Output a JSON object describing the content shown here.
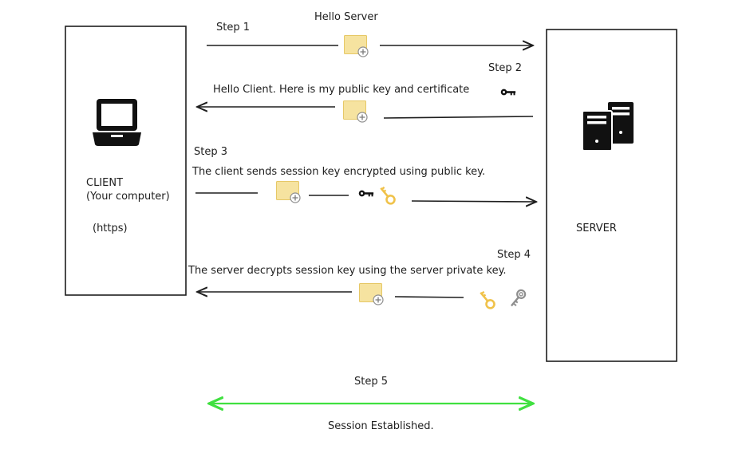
{
  "client": {
    "label": "CLIENT",
    "sublabel": "(Your computer)",
    "protocol": "(https)"
  },
  "server": {
    "label": "SERVER"
  },
  "steps": [
    {
      "label": "Step 1",
      "message": "Hello Server"
    },
    {
      "label": "Step 2",
      "message": "Hello Client. Here is my public key and certificate"
    },
    {
      "label": "Step 3",
      "message": "The client sends session key encrypted using public key."
    },
    {
      "label": "Step 4",
      "message": "The server decrypts session key using the server private key."
    },
    {
      "label": "Step 5",
      "message": "Session Established."
    }
  ],
  "colors": {
    "stroke": "#1e1e1e",
    "envelope": "#f6e3a0",
    "envelope_border": "#e6c867",
    "session_key": "#f0c24a",
    "private_key": "#9a9a9a",
    "established": "#40e040"
  },
  "icons": [
    "laptop-icon",
    "server-icon",
    "envelope-icon",
    "black-key-icon",
    "gold-key-icon",
    "grey-key-icon"
  ]
}
